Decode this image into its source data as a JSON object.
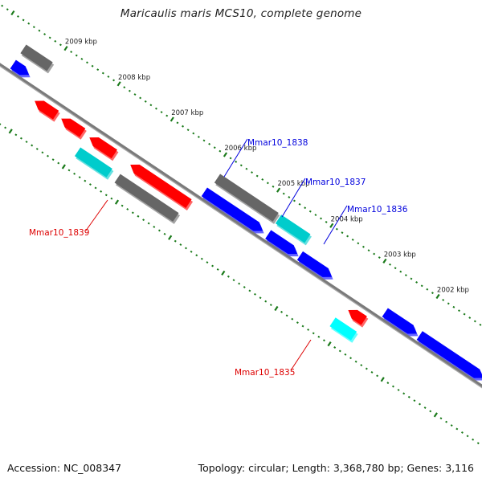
{
  "title": "Maricaulis maris MCS10, complete genome",
  "footer": {
    "accession": "Accession: NC_008347",
    "summary": "Topology: circular; Length: 3,368,780 bp; Genes: 3,116"
  },
  "colors": {
    "backbone": "#7a7a7a",
    "tick": "#1a7a1a",
    "label_forward": "#0000dd",
    "label_reverse": "#dd0000",
    "gene_red": "#ff0000",
    "gene_blue": "#0000ff",
    "gene_gray": "#666666",
    "gene_cyan_dark": "#00cccc",
    "gene_cyan_light": "#00ffff"
  },
  "axis": {
    "unit": "kbp",
    "labels": [
      "2009 kbp",
      "2008 kbp",
      "2007 kbp",
      "2006 kbp",
      "2005 kbp",
      "2004 kbp",
      "2003 kbp",
      "2002 kbp"
    ],
    "positions_kbp": [
      2009,
      2008,
      2007,
      2006,
      2005,
      2004,
      2003,
      2002
    ]
  },
  "genes": [
    {
      "lane": "fwd2",
      "start": 2009.55,
      "end": 2009.05,
      "color": "gene_gray",
      "strand": "none"
    },
    {
      "lane": "fwd1",
      "start": 2009.55,
      "end": 2009.25,
      "color": "gene_blue",
      "strand": "fwd"
    },
    {
      "lane": "rev1",
      "start": 2008.95,
      "end": 2008.55,
      "color": "gene_red",
      "strand": "rev"
    },
    {
      "lane": "rev1",
      "start": 2008.45,
      "end": 2008.05,
      "color": "gene_red",
      "strand": "rev"
    },
    {
      "lane": "rev1",
      "start": 2007.92,
      "end": 2007.45,
      "color": "gene_red",
      "strand": "rev"
    },
    {
      "lane": "rev2",
      "start": 2007.95,
      "end": 2007.35,
      "color": "gene_cyan_dark",
      "strand": "none"
    },
    {
      "lane": "rev1",
      "start": 2007.15,
      "end": 2006.05,
      "color": "gene_red",
      "strand": "rev",
      "label": "Mmar10_1839"
    },
    {
      "lane": "rev2",
      "start": 2007.2,
      "end": 2006.1,
      "color": "gene_gray",
      "strand": "none"
    },
    {
      "lane": "fwd2",
      "start": 2005.9,
      "end": 2004.8,
      "color": "gene_gray",
      "strand": "none",
      "label": "Mmar10_1838"
    },
    {
      "lane": "fwd1",
      "start": 2005.95,
      "end": 2004.85,
      "color": "gene_blue",
      "strand": "fwd"
    },
    {
      "lane": "fwd2",
      "start": 2004.75,
      "end": 2004.2,
      "color": "gene_cyan_dark",
      "strand": "none",
      "label": "Mmar10_1837"
    },
    {
      "lane": "fwd1",
      "start": 2004.75,
      "end": 2004.2,
      "color": "gene_blue",
      "strand": "fwd"
    },
    {
      "lane": "fwd1",
      "start": 2004.15,
      "end": 2003.55,
      "color": "gene_blue",
      "strand": "fwd",
      "label": "Mmar10_1836"
    },
    {
      "lane": "rev1",
      "start": 2003.05,
      "end": 2002.75,
      "color": "gene_red",
      "strand": "rev"
    },
    {
      "lane": "rev2",
      "start": 2003.15,
      "end": 2002.75,
      "color": "gene_cyan_light",
      "strand": "none",
      "label": "Mmar10_1835"
    },
    {
      "lane": "fwd1",
      "start": 2002.55,
      "end": 2001.95,
      "color": "gene_blue",
      "strand": "fwd"
    },
    {
      "lane": "fwd1",
      "start": 2001.9,
      "end": 2000.7,
      "color": "gene_blue",
      "strand": "fwd"
    }
  ],
  "gene_labels": [
    {
      "text": "Mmar10_1839",
      "color": "label_reverse"
    },
    {
      "text": "Mmar10_1838",
      "color": "label_forward"
    },
    {
      "text": "Mmar10_1837",
      "color": "label_forward"
    },
    {
      "text": "Mmar10_1836",
      "color": "label_forward"
    },
    {
      "text": "Mmar10_1835",
      "color": "label_reverse"
    }
  ]
}
